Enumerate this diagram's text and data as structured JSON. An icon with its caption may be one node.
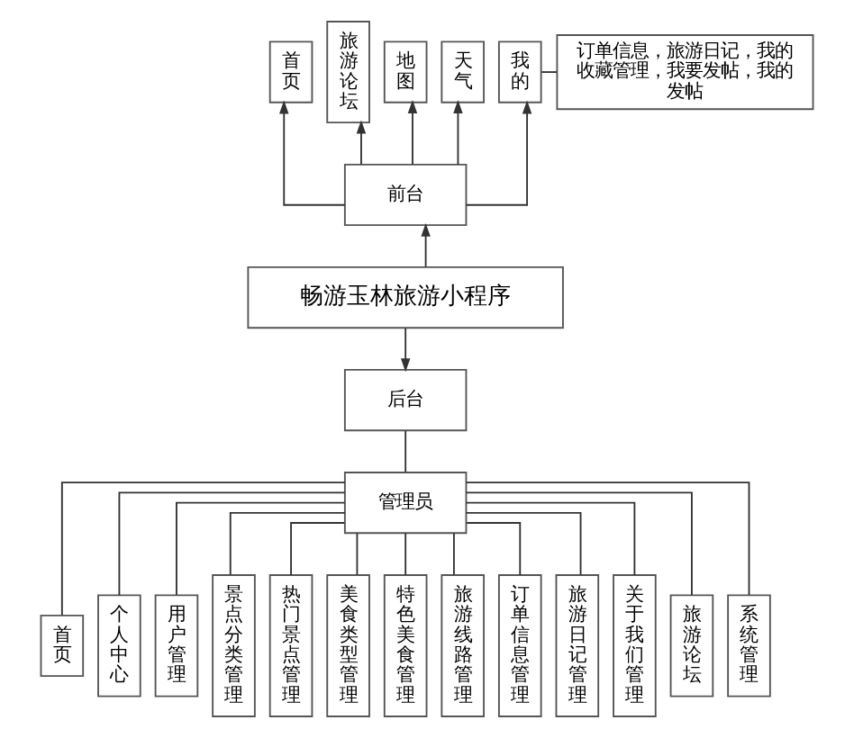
{
  "diagram": {
    "nodes": [
      {
        "text": [
          "首页"
        ]
      },
      {
        "text": [
          "旅游论坛"
        ]
      },
      {
        "text": [
          "地图"
        ]
      },
      {
        "text": [
          "天气"
        ]
      },
      {
        "text": [
          "我的"
        ]
      },
      {
        "text": [
          "订单信息，旅游日记，我的收藏管理，我要发帖，我的发帖"
        ]
      },
      {
        "text": [
          "前台"
        ]
      },
      {
        "text": [
          "畅游玉林旅游小程序"
        ]
      },
      {
        "text": [
          "后台"
        ]
      },
      {
        "text": [
          "管理员"
        ]
      },
      {
        "text": [
          "首页"
        ]
      },
      {
        "text": [
          "个人中心"
        ]
      },
      {
        "text": [
          "用户管理"
        ]
      },
      {
        "text": [
          "景点分类管理"
        ]
      },
      {
        "text": [
          "热门景点管理"
        ]
      },
      {
        "text": [
          "美食类型管理"
        ]
      },
      {
        "text": [
          "特色美食管理"
        ]
      },
      {
        "text": [
          "旅游线路管理"
        ]
      },
      {
        "text": [
          "订单信息管理"
        ]
      },
      {
        "text": [
          "旅游日记管理"
        ]
      },
      {
        "text": [
          "关于我们管理"
        ]
      },
      {
        "text": [
          "旅游论坛"
        ]
      },
      {
        "text": [
          "系统管理"
        ]
      }
    ],
    "edges": [
      {
        "from": 7,
        "to": 6,
        "arrow": "to"
      },
      {
        "from": 6,
        "to": 0,
        "arrow": "to"
      },
      {
        "from": 6,
        "to": 1,
        "arrow": "to"
      },
      {
        "from": 6,
        "to": 2,
        "arrow": "to"
      },
      {
        "from": 6,
        "to": 3,
        "arrow": "to"
      },
      {
        "from": 6,
        "to": 4,
        "arrow": "to"
      },
      {
        "from": 4,
        "to": 5,
        "arrow": "none"
      },
      {
        "from": 7,
        "to": 8,
        "arrow": "to"
      },
      {
        "from": 8,
        "to": 9,
        "arrow": "none"
      },
      {
        "from": 9,
        "to": 10,
        "arrow": "none"
      },
      {
        "from": 9,
        "to": 11,
        "arrow": "none"
      },
      {
        "from": 9,
        "to": 12,
        "arrow": "none"
      },
      {
        "from": 9,
        "to": 13,
        "arrow": "none"
      },
      {
        "from": 9,
        "to": 14,
        "arrow": "none"
      },
      {
        "from": 9,
        "to": 15,
        "arrow": "none"
      },
      {
        "from": 9,
        "to": 16,
        "arrow": "none"
      },
      {
        "from": 9,
        "to": 17,
        "arrow": "none"
      },
      {
        "from": 9,
        "to": 18,
        "arrow": "none"
      },
      {
        "from": 9,
        "to": 19,
        "arrow": "none"
      },
      {
        "from": 9,
        "to": 20,
        "arrow": "none"
      },
      {
        "from": 9,
        "to": 21,
        "arrow": "none"
      },
      {
        "from": 9,
        "to": 22,
        "arrow": "none"
      }
    ]
  }
}
